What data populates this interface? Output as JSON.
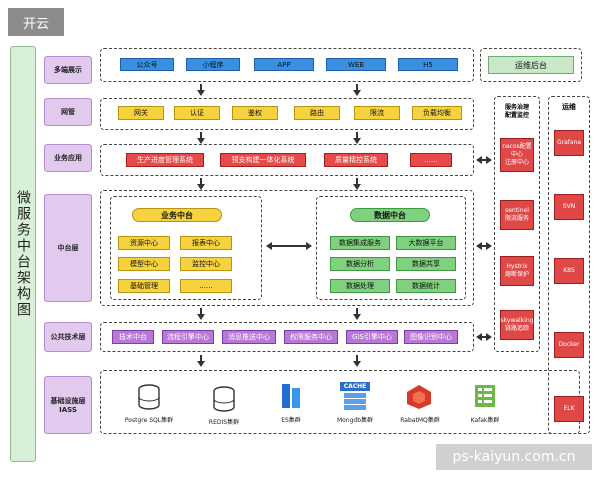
{
  "brand": "开云",
  "vertical_title": "微服务中台架构图",
  "layers": {
    "display": "多端展示",
    "gateway": "网管",
    "business_app": "业务应用",
    "middle": "中台层",
    "common_tech": "公共技术层",
    "infra": "基础设施层\nIASS"
  },
  "display_items": [
    "公众号",
    "小程序",
    "APP",
    "WEB",
    "H5"
  ],
  "ops_backend": "运维后台",
  "gateway_items": [
    "网关",
    "认证",
    "鉴权",
    "路由",
    "限流",
    "负载均衡"
  ],
  "business_items": [
    "生产进度管理系统",
    "预支构建一体化系统",
    "质量精控系统",
    "......"
  ],
  "business_middle": {
    "title": "业务中台",
    "items": [
      "资源中心",
      "报表中心",
      "模型中心",
      "监控中心",
      "基础管理",
      "......"
    ]
  },
  "data_middle": {
    "title": "数据中台",
    "items": [
      "数据集成服务",
      "大数据平台",
      "数据分析",
      "数据共享",
      "数据处理",
      "数据统计"
    ]
  },
  "tech_items": [
    "技术中台",
    "流程引擎中心",
    "消息推送中心",
    "权限服务中心",
    "GIS引擎中心",
    "图像识别中心"
  ],
  "infra_items": [
    {
      "name": "Postgre SQL集群",
      "icon": "database-icon"
    },
    {
      "name": "REDIS集群",
      "icon": "database-icon"
    },
    {
      "name": "ES集群",
      "icon": "elasticsearch-icon"
    },
    {
      "name": "Mongdb集群",
      "icon": "cache-icon",
      "badge": "CACHE"
    },
    {
      "name": "RabatMQ集群",
      "icon": "rabbitmq-icon"
    },
    {
      "name": "Kafak集群",
      "icon": "kafka-icon"
    }
  ],
  "service_governance": {
    "title": "服务治理\n配置监控",
    "items": [
      "nacos配置\n中心\n注册中心",
      "sentinel\n限流服务",
      "Hystrix\n熔断保护",
      "skywalking\n链路追踪"
    ]
  },
  "ops": {
    "title": "运维",
    "items": [
      "Grafana",
      "SVN",
      "K8S",
      "Docker",
      "ELK"
    ]
  },
  "watermark": "ps-kaiyun.com.cn",
  "colors": {
    "display": "#3b8fe0",
    "gateway": "#f6d23f",
    "business": "#e84a4a",
    "data": "#7fd07f",
    "tech": "#b778d8",
    "ops": "#e04848"
  }
}
